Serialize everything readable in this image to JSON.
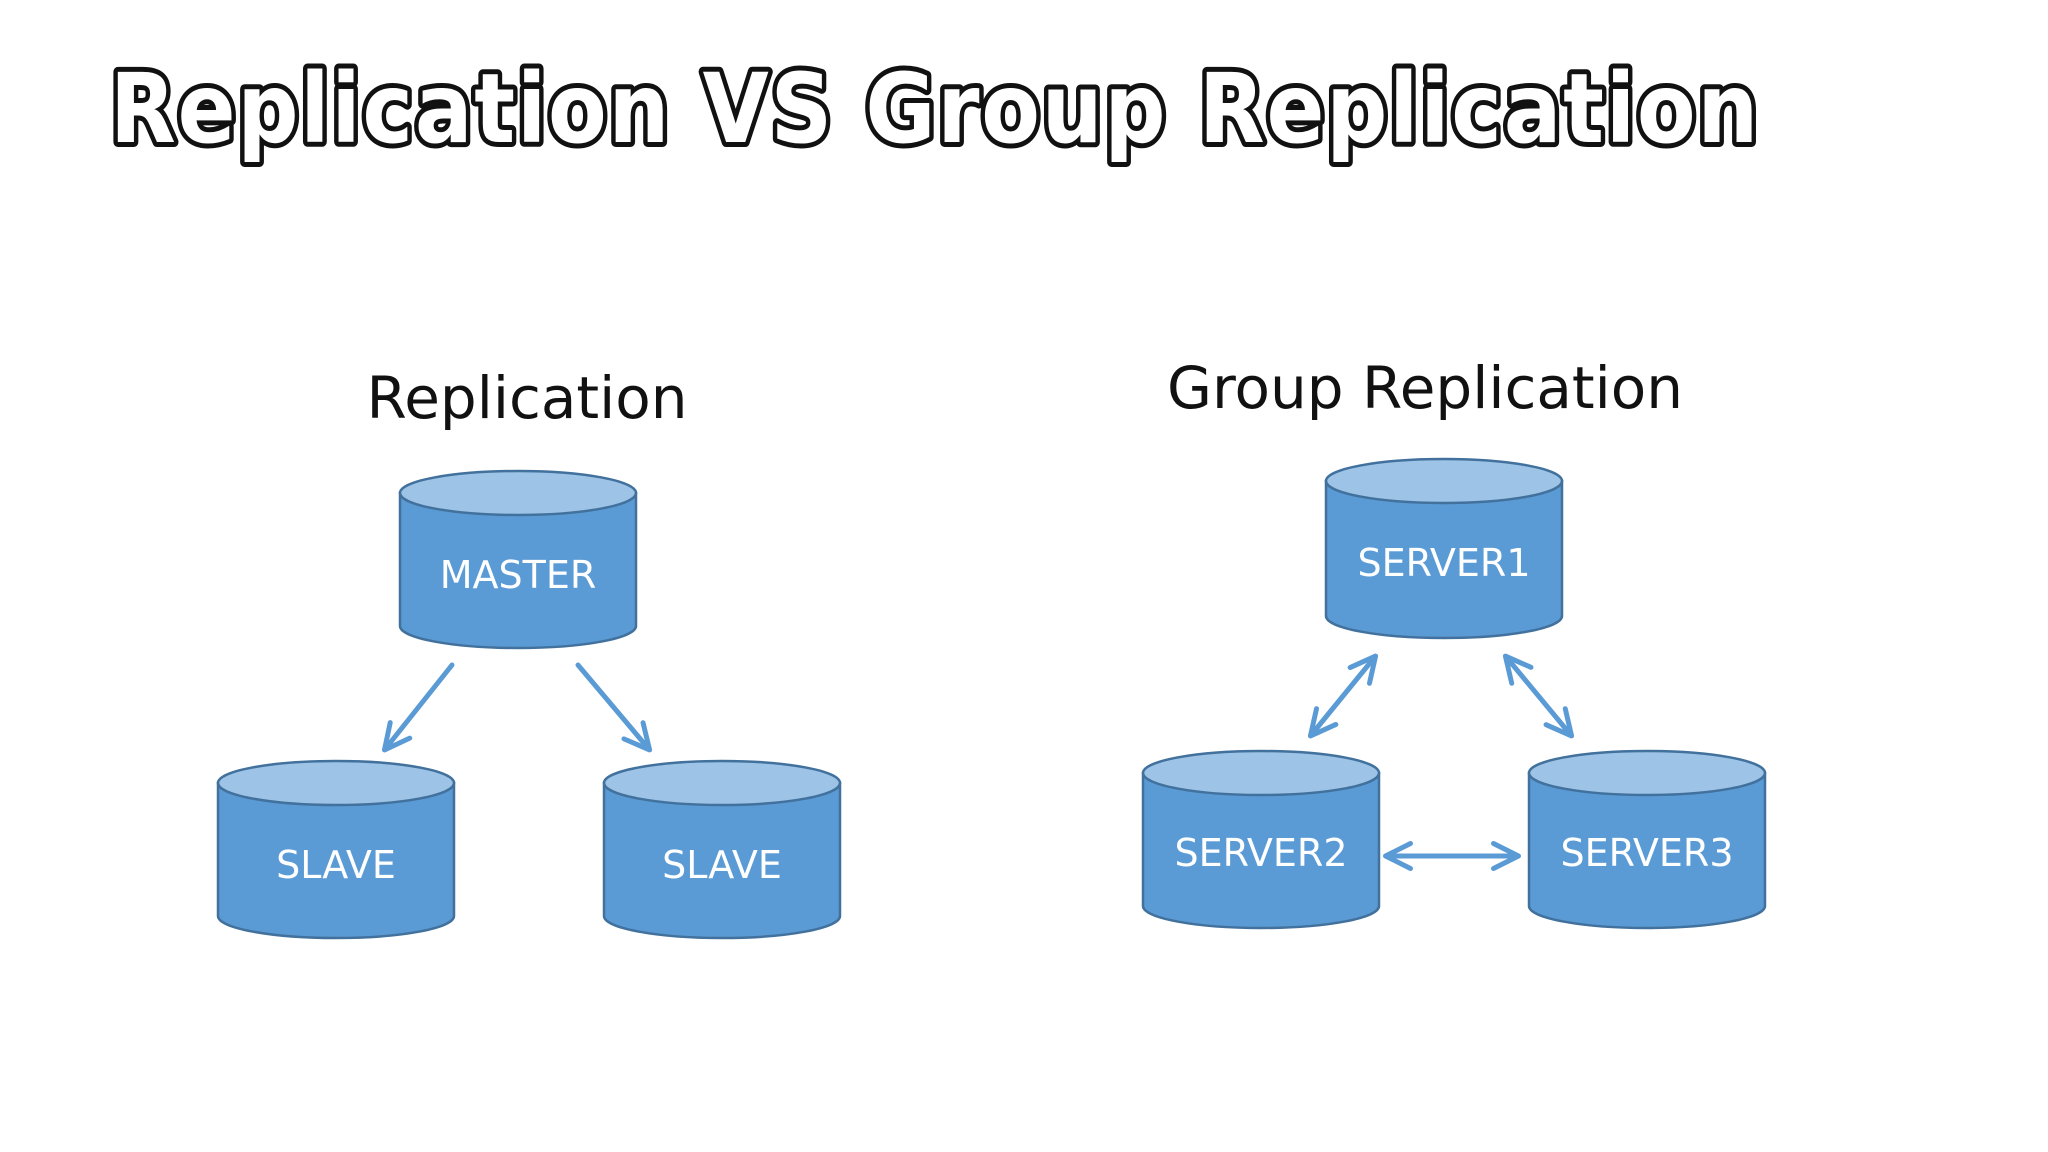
{
  "title": "Replication VS Group Replication",
  "left_diagram": {
    "title": "Replication",
    "nodes": {
      "master": "MASTER",
      "slave_left": "SLAVE",
      "slave_right": "SLAVE"
    }
  },
  "right_diagram": {
    "title": "Group Replication",
    "nodes": {
      "server1": "SERVER1",
      "server2": "SERVER2",
      "server3": "SERVER3"
    }
  },
  "colors": {
    "cylinder_body": "#5b9bd5",
    "cylinder_top": "#9dc3e6",
    "cylinder_outline": "#41719c",
    "arrow": "#5b9bd5"
  }
}
